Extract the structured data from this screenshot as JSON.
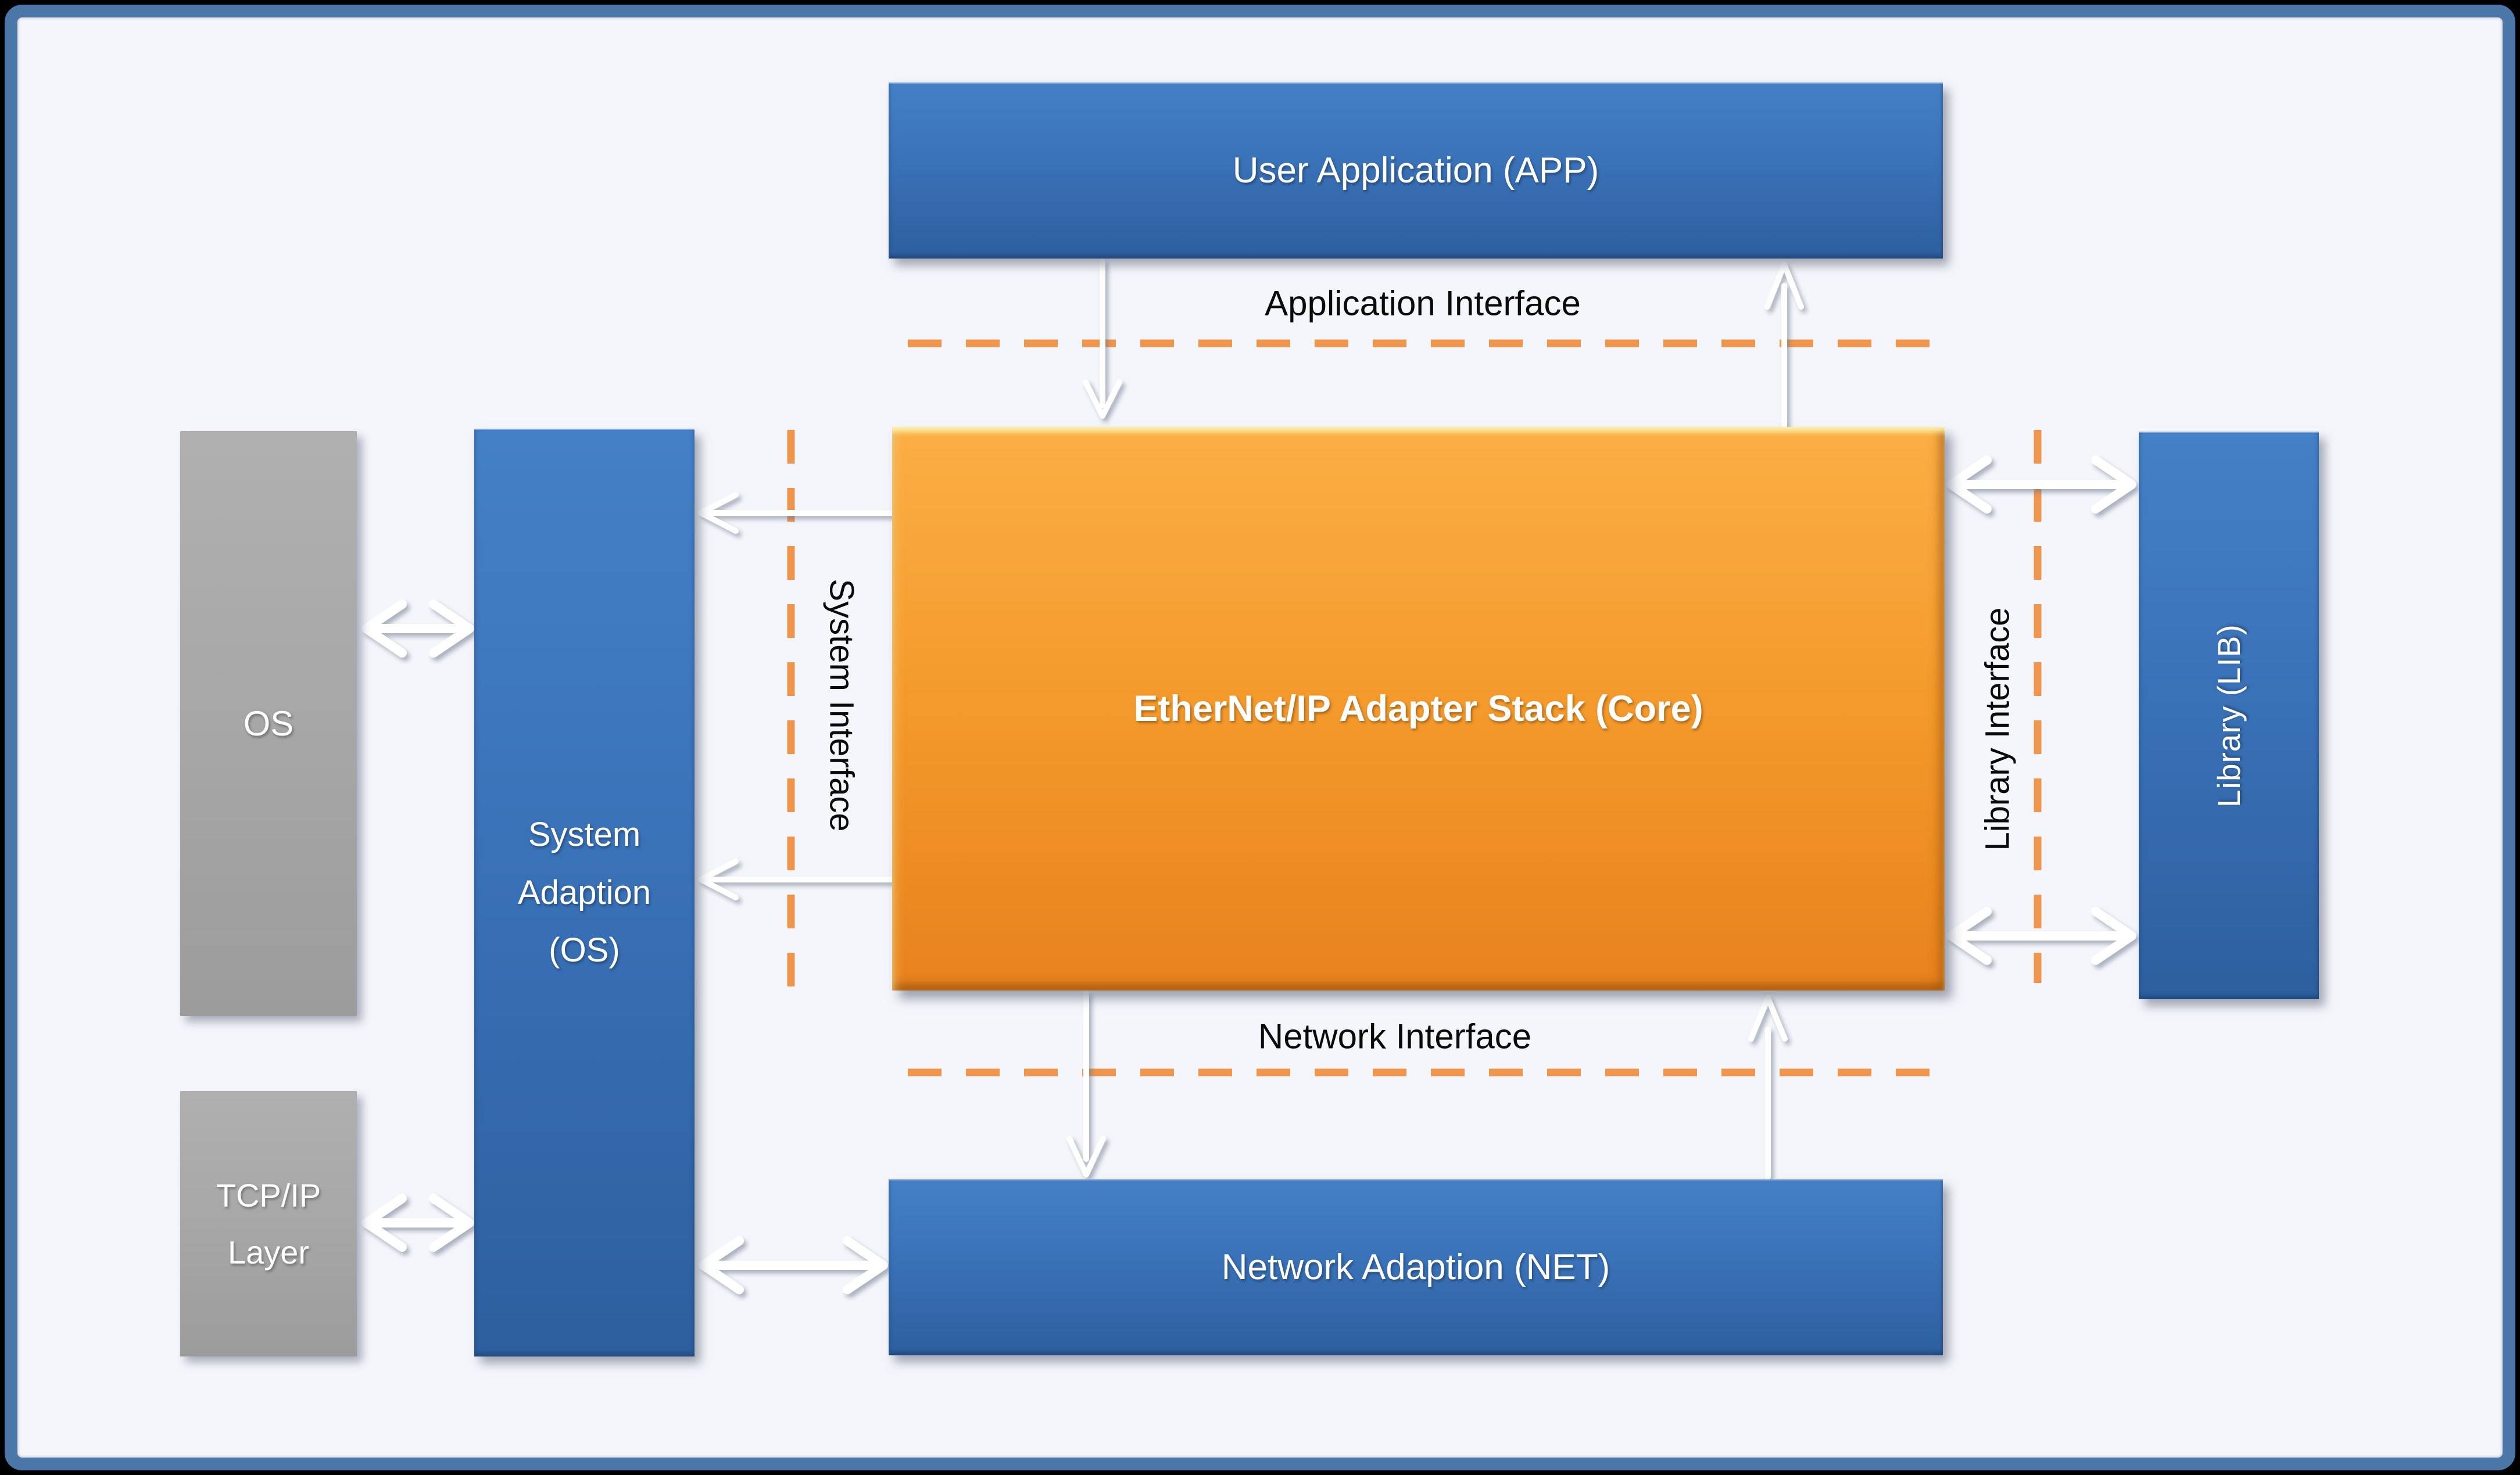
{
  "colors": {
    "frame-blue": "#4a77a8",
    "slide-bg": "#f4f6fb",
    "box-blue-top": "#4480c6",
    "box-blue-bottom": "#2d5f9e",
    "box-orange-top": "#fbaf45",
    "box-orange-bottom": "#e8821d",
    "box-gray": "#a7a7a7",
    "dash-orange": "#f0954c",
    "label-black": "#0a0a0a",
    "box-text-white": "#ffffff"
  },
  "boxes": {
    "user_application": {
      "label": "User Application (APP)"
    },
    "core": {
      "label": "EtherNet/IP Adapter Stack (Core)"
    },
    "network_adaption": {
      "label": "Network Adaption (NET)"
    },
    "os": {
      "label": "OS"
    },
    "tcpip_layer": {
      "label": "TCP/IP Layer"
    },
    "system_adaption": {
      "label": "System Adaption (OS)"
    },
    "library": {
      "label": "Library (LIB)"
    }
  },
  "interface_labels": {
    "application": "Application Interface",
    "network": "Network Interface",
    "system": "System Interface",
    "library": "Library Interface"
  }
}
